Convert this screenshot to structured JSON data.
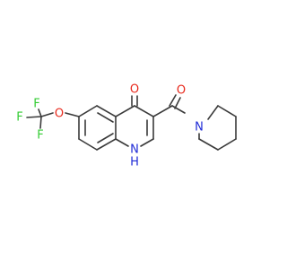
{
  "colors": {
    "bond": "#3a3a3a",
    "oxygen": "#e8291c",
    "nitrogen": "#1f2bd6",
    "fluorine": "#33cc33",
    "background": "#ffffff"
  },
  "labels": {
    "carbonyl_oxygen_ketone": "O",
    "carbonyl_oxygen_amide": "O",
    "ether_oxygen": "O",
    "piperidine_nitrogen": "N",
    "ring_nitrogen": "N",
    "ring_nitrogen_hydrogen": "H",
    "fluorine_1": "F",
    "fluorine_2": "F",
    "fluorine_3": "F"
  }
}
